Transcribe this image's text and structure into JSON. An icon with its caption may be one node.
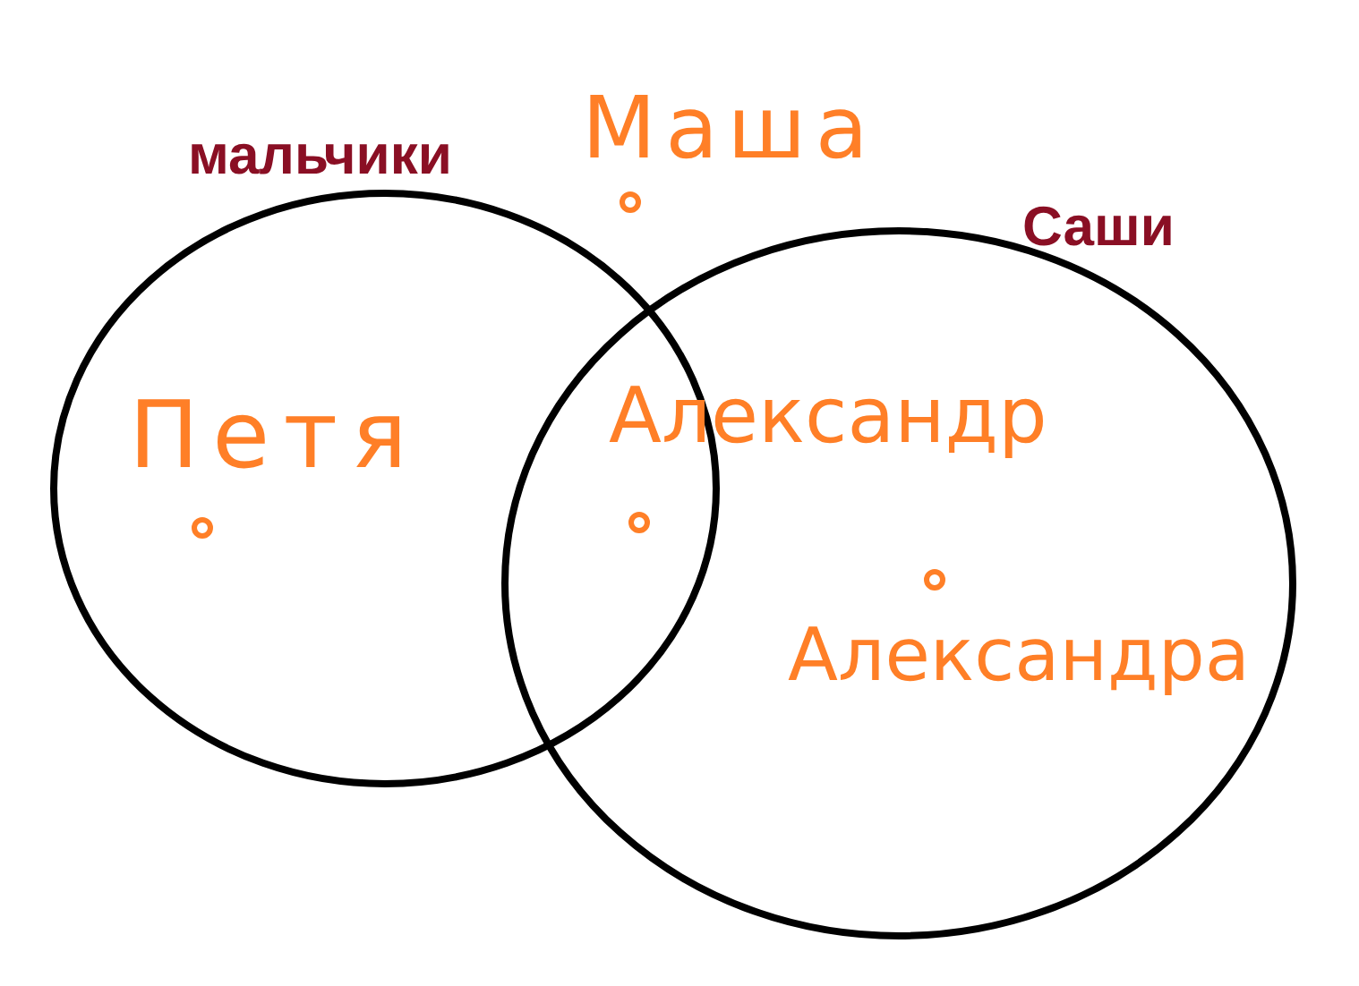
{
  "diagram": {
    "nodes": [
      {
        "text": [
          "мальчики"
        ]
      },
      {
        "text": [
          "Саши"
        ]
      }
    ],
    "labels": [
      "Маша",
      "Петя",
      "Александр",
      "Александра"
    ]
  }
}
